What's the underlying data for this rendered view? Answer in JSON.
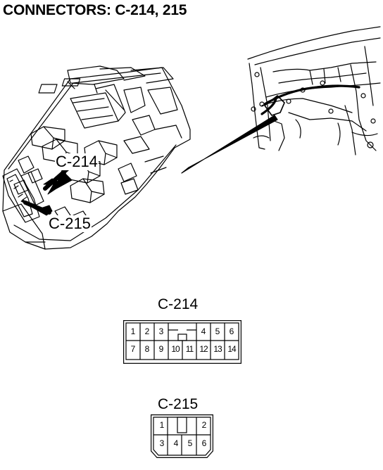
{
  "title": "CONNECTORS: C-214, 215",
  "locator": {
    "callout_a": "C-214",
    "callout_b": "C-215"
  },
  "connectors": {
    "c214": {
      "label": "C-214",
      "pins_top": [
        "1",
        "2",
        "3",
        "4",
        "5",
        "6"
      ],
      "pins_bottom": [
        "7",
        "8",
        "9",
        "10",
        "11",
        "12",
        "13",
        "14"
      ]
    },
    "c215": {
      "label": "C-215",
      "pins_top": [
        "1",
        "2"
      ],
      "pins_bottom": [
        "3",
        "4",
        "5",
        "6"
      ]
    }
  }
}
